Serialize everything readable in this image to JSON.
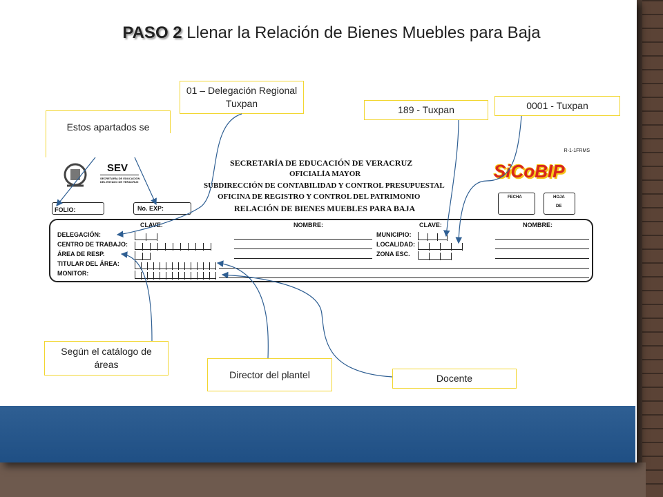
{
  "slide": {
    "title_bold": "PASO 2",
    "title_rest": " Llenar la Relación de Bienes Muebles para Baja"
  },
  "callouts": {
    "blank": "Estos apartados se quedan en blanco",
    "delegacion": "01 – Delegación Regional Tuxpan",
    "municipio": "189 - Tuxpan",
    "localidad": "0001 - Tuxpan",
    "area": "Según el catálogo de áreas",
    "director": "Director del plantel",
    "docente": "Docente"
  },
  "form": {
    "code": "R-1-1FRMS",
    "sev_logo": "SEV",
    "sev_sub": "SECRETARÍA DE EDUCACIÓN DEL ESTADO DE VERACRUZ",
    "heading1": "SECRETARÍA  DE  EDUCACIÓN  DE  VERACRUZ",
    "heading2": "OFICIALÍA MAYOR",
    "heading3": "SUBDIRECCIÓN DE CONTABILIDAD Y CONTROL PRESUPUESTAL",
    "heading4": "OFICINA DE REGISTRO Y CONTROL DEL PATRIMONIO",
    "heading5": "RELACIÓN DE BIENES MUEBLES PARA BAJA",
    "sicobip": "SiCoBIP",
    "folio": "FOLIO:",
    "no_exp": "No. EXP:",
    "fecha": "FECHA",
    "hoja": "HOJA",
    "de": "DE",
    "clave_left": "CLAVE:",
    "nombre_left": "NOMBRE:",
    "clave_right": "CLAVE:",
    "nombre_right": "NOMBRE:",
    "rows_left": [
      "DELEGACIÓN:",
      "CENTRO DE TRABAJO:",
      "ÁREA DE RESP.",
      "TITULAR DEL ÁREA:",
      "MONITOR:"
    ],
    "rows_right": [
      "MUNICIPIO:",
      "LOCALIDAD:",
      "ZONA   ESC."
    ]
  },
  "colors": {
    "band": "#1f4f84",
    "callout_border": "#f2d630",
    "arrow": "#2f5f93"
  }
}
